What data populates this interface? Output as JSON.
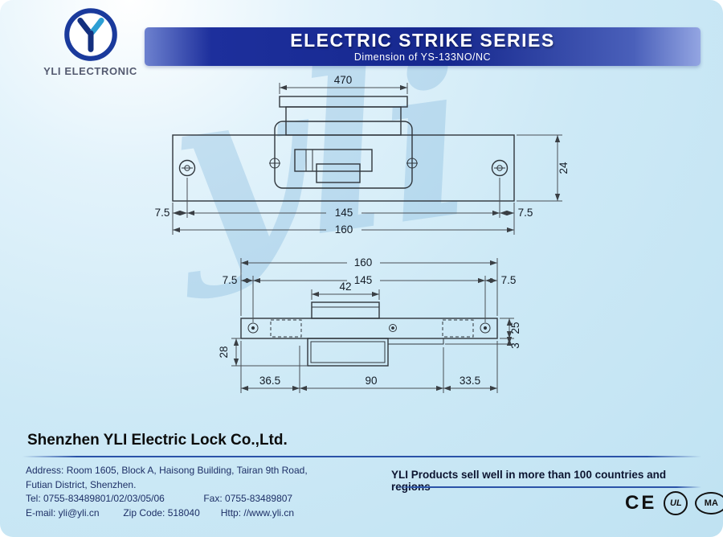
{
  "colors": {
    "banner_blue": "#16288e",
    "page_blue": "#c9e8f6",
    "drawing_line": "#3a3f44",
    "footer_text": "#1d2f66"
  },
  "logo": {
    "brand": "YLI ELECTRONIC"
  },
  "banner": {
    "title": "ELECTRIC STRIKE SERIES",
    "subtitle": "Dimension of YS-133NO/NC"
  },
  "watermark": {
    "text": "yli"
  },
  "front_view": {
    "dim_top_width": "470",
    "dim_plate_height": "24",
    "dim_edge_left": "7.5",
    "dim_holes_span": "145",
    "dim_edge_right": "7.5",
    "dim_total_width": "160"
  },
  "top_view": {
    "dim_total_width": "160",
    "dim_edge_left": "7.5",
    "dim_holes_span": "145",
    "dim_edge_right": "7.5",
    "dim_keeper_width": "42",
    "dim_plate_depth": "25",
    "dim_lip_thickness": "3",
    "dim_body_depth": "28",
    "dim_left_offset": "36.5",
    "dim_body_length": "90",
    "dim_right_offset": "33.5"
  },
  "footer": {
    "company": "Shenzhen YLI Electric Lock Co.,Ltd.",
    "address_line1": "Address: Room 1605, Block A, Haisong Building, Tairan 9th Road,",
    "address_line2": "Futian District, Shenzhen.",
    "tel": "Tel: 0755-83489801/02/03/05/06",
    "fax": "Fax: 0755-83489807",
    "email": "E-mail: yli@yli.cn",
    "zip": "Zip Code: 518040",
    "http": "Http: //www.yli.cn",
    "slogan": "YLI Products sell well in more than 100 countries and regions",
    "certs": {
      "ce": "CE",
      "ul": "UL",
      "ma": "MA"
    }
  }
}
